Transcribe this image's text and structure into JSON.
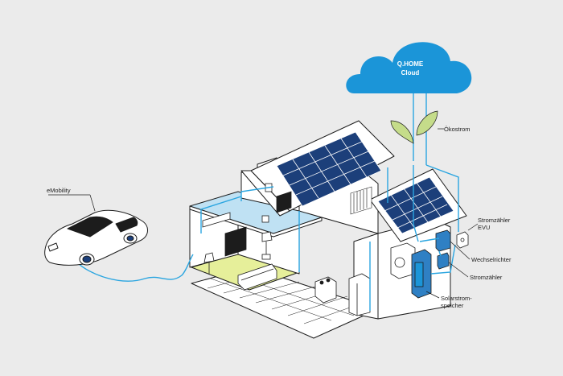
{
  "cloud": {
    "line1": "Q.HOME",
    "line2": "Cloud"
  },
  "labels": {
    "emobility": "eMobility",
    "oekostrom": "Ökostrom",
    "stromzaehler_evu_1": "Stromzähler",
    "stromzaehler_evu_2": "EVU",
    "wechselrichter": "Wechselrichter",
    "stromzaehler": "Stromzähler",
    "solarspeicher_1": "Solarstrom-",
    "solarspeicher_2": "speicher"
  },
  "colors": {
    "background": "#ebebeb",
    "cloud": "#1b95d8",
    "cable": "#2aa5e0",
    "leaf": "#c5dc8a",
    "solar_panel": "#1c3f7a",
    "floor": "#e6ef9a",
    "pool": "#bfe1f3",
    "outline": "#1c1c1c",
    "appliance": "#2f80c4"
  },
  "icons": [
    "cloud-icon",
    "leaf-icon",
    "car-icon",
    "solar-panel-icon",
    "battery-storage-icon",
    "inverter-icon",
    "meter-icon"
  ]
}
